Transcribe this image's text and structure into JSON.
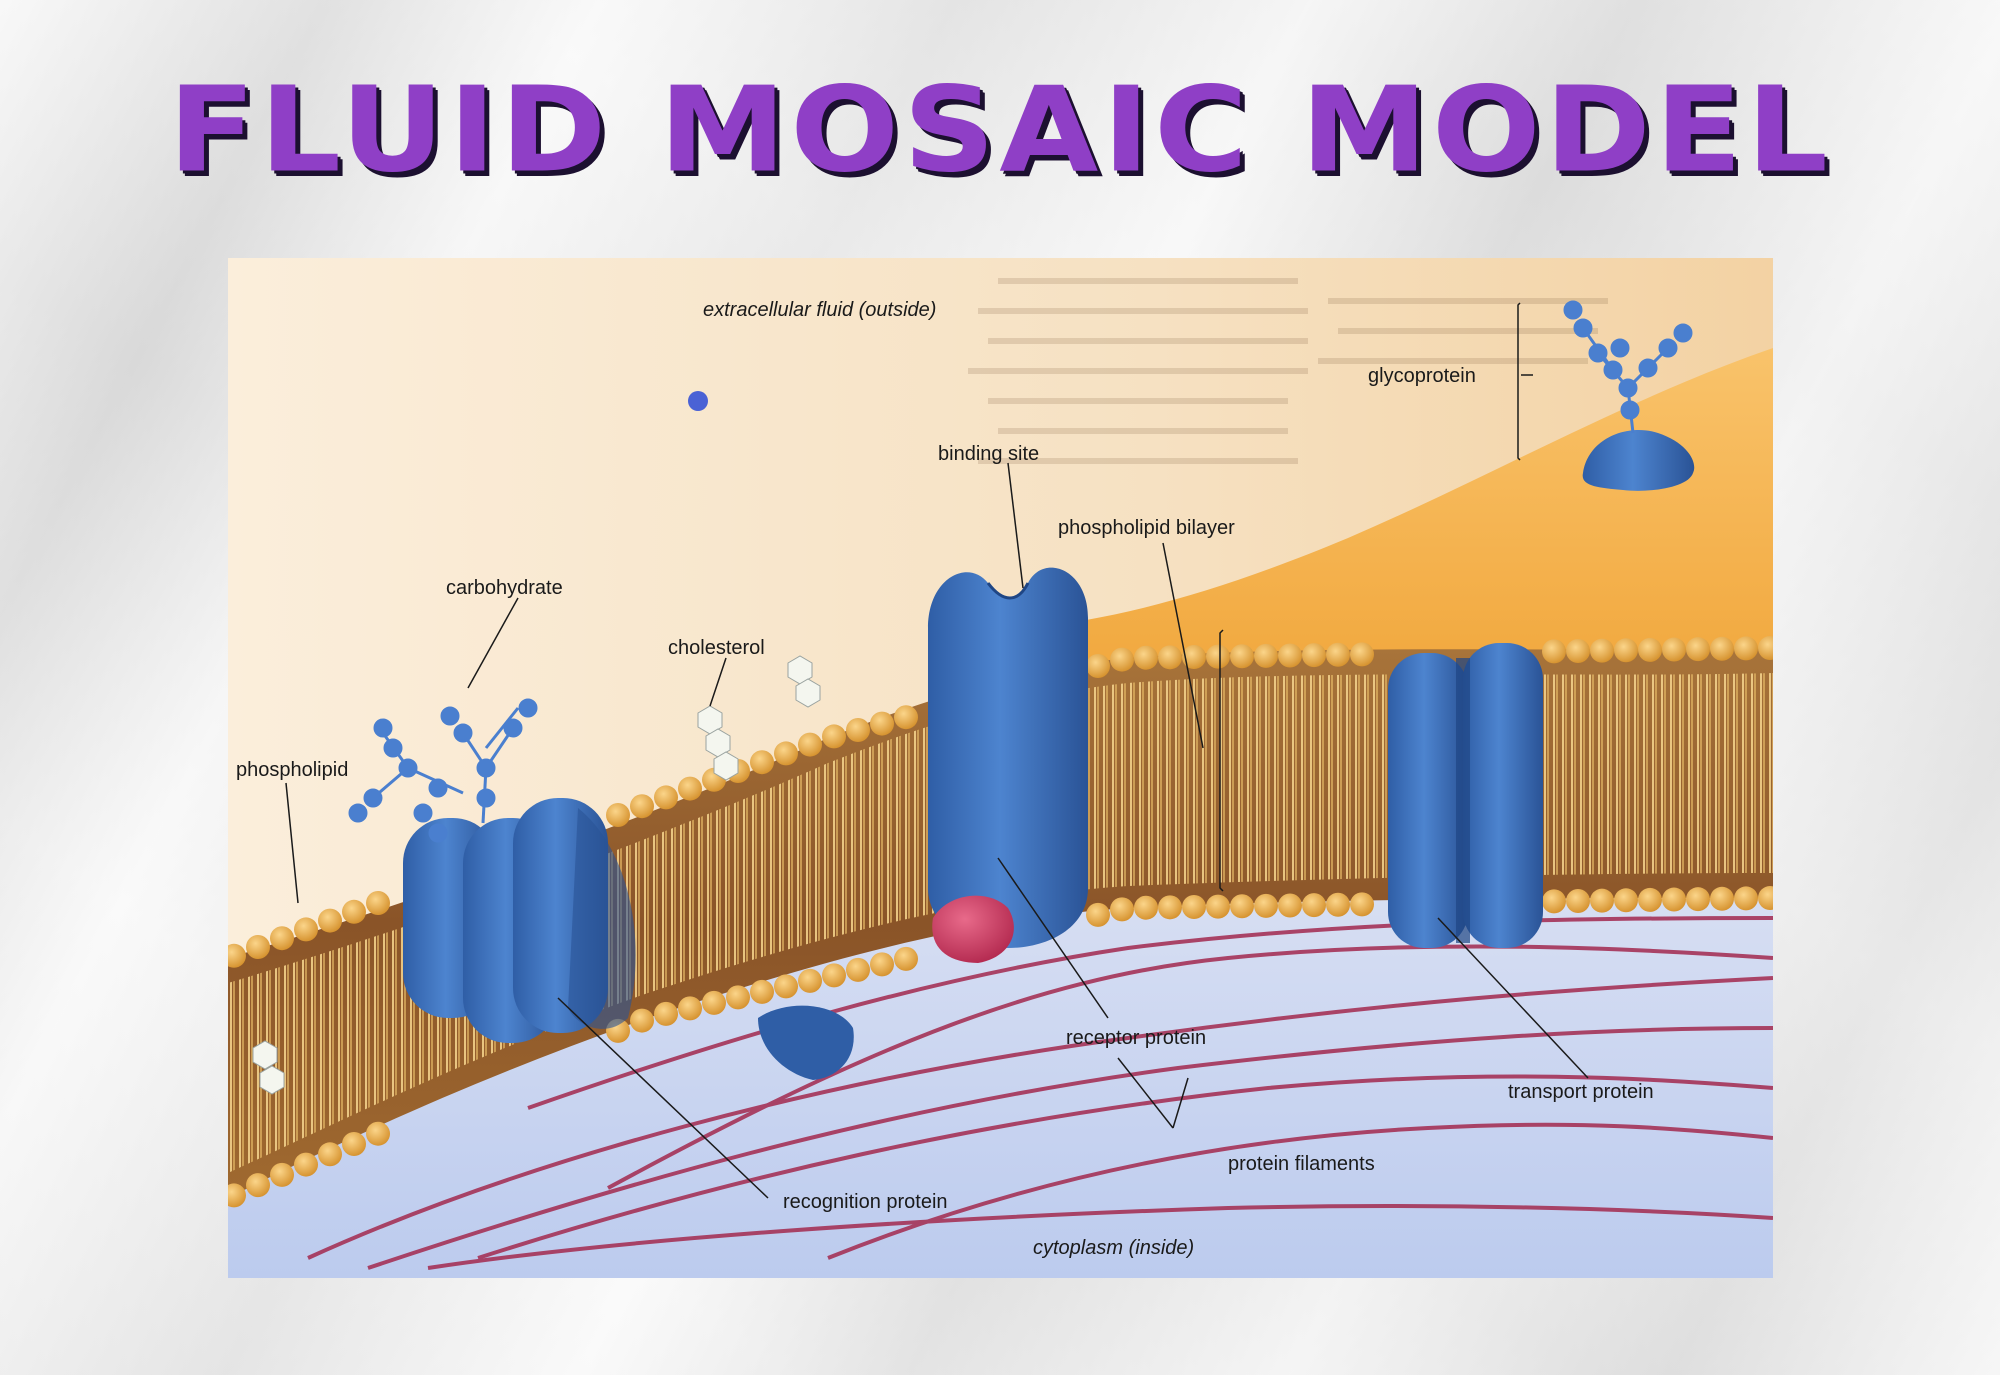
{
  "title": "FLUID MOSAIC MODEL",
  "colors": {
    "title": "#8f3fc6",
    "protein": "#3f6fb7",
    "lipid_head": "#e0a33c",
    "filament": "#a53358",
    "outside": "#f7e7cc",
    "inside": "#c7d3ef"
  },
  "labels": {
    "extracellular": "extracellular fluid (outside)",
    "glycoprotein": "glycoprotein",
    "binding_site": "binding site",
    "phospholipid_bilayer": "phospholipid bilayer",
    "carbohydrate": "carbohydrate",
    "cholesterol": "cholesterol",
    "phospholipid": "phospholipid",
    "receptor_protein": "receptor protein",
    "transport_protein": "transport protein",
    "protein_filaments": "protein filaments",
    "recognition_protein": "recognition protein",
    "cytoplasm": "cytoplasm (inside)"
  }
}
